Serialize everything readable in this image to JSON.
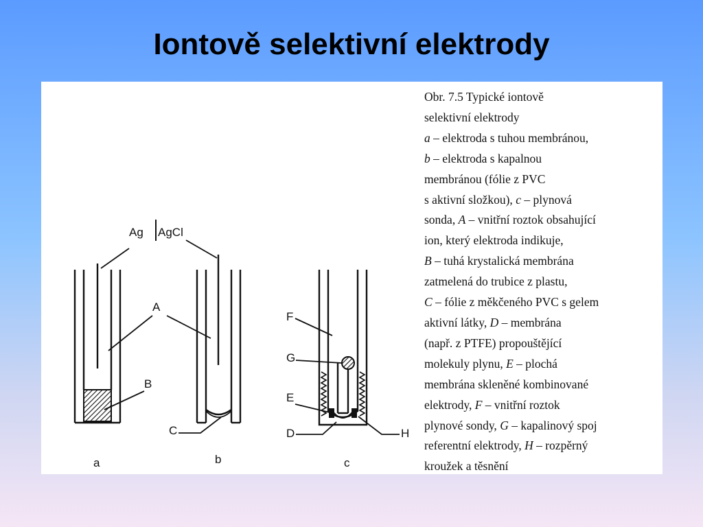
{
  "slide": {
    "title": "Iontově selektivní elektrody"
  },
  "diagram": {
    "labels": {
      "ag_agcl": "Ag | AgCl",
      "A": "A",
      "B": "B",
      "C": "C",
      "D": "D",
      "E": "E",
      "F": "F",
      "G": "G",
      "H": "H"
    },
    "sub_captions": [
      "a",
      "b",
      "c"
    ]
  },
  "caption": {
    "lines": [
      [
        {
          "t": "Obr. 7.5  Typické iontově",
          "i": false
        }
      ],
      [
        {
          "t": "selektivní elektrody",
          "i": false
        }
      ],
      [
        {
          "t": "a",
          "i": true
        },
        {
          "t": " – elektroda s tuhou membránou,",
          "i": false
        }
      ],
      [
        {
          "t": "b",
          "i": true
        },
        {
          "t": " – elektroda s kapalnou",
          "i": false
        }
      ],
      [
        {
          "t": "membránou (fólie z PVC",
          "i": false
        }
      ],
      [
        {
          "t": "s aktivní složkou), ",
          "i": false
        },
        {
          "t": "c",
          "i": true
        },
        {
          "t": " – plynová",
          "i": false
        }
      ],
      [
        {
          "t": "sonda, ",
          "i": false
        },
        {
          "t": "A",
          "i": true
        },
        {
          "t": " – vnitřní roztok obsahující",
          "i": false
        }
      ],
      [
        {
          "t": "ion, který elektroda indikuje,",
          "i": false
        }
      ],
      [
        {
          "t": "B",
          "i": true
        },
        {
          "t": " – tuhá krystalická membrána",
          "i": false
        }
      ],
      [
        {
          "t": "zatmelená do trubice z plastu,",
          "i": false
        }
      ],
      [
        {
          "t": "C",
          "i": true
        },
        {
          "t": " – fólie z měkčeného PVC s gelem",
          "i": false
        }
      ],
      [
        {
          "t": "aktivní látky, ",
          "i": false
        },
        {
          "t": "D",
          "i": true
        },
        {
          "t": " – membrána",
          "i": false
        }
      ],
      [
        {
          "t": "(např. z PTFE) propouštějící",
          "i": false
        }
      ],
      [
        {
          "t": "molekuly plynu, ",
          "i": false
        },
        {
          "t": "E",
          "i": true
        },
        {
          "t": " – plochá",
          "i": false
        }
      ],
      [
        {
          "t": "membrána skleněné kombinované",
          "i": false
        }
      ],
      [
        {
          "t": "elektrody, ",
          "i": false
        },
        {
          "t": "F",
          "i": true
        },
        {
          "t": " – vnitřní roztok",
          "i": false
        }
      ],
      [
        {
          "t": "plynové sondy, ",
          "i": false
        },
        {
          "t": "G",
          "i": true
        },
        {
          "t": " – kapalinový spoj",
          "i": false
        }
      ],
      [
        {
          "t": "referentní elektrody, ",
          "i": false
        },
        {
          "t": "H",
          "i": true
        },
        {
          "t": " – rozpěrný",
          "i": false
        }
      ],
      [
        {
          "t": "kroužek a těsnění",
          "i": false
        }
      ]
    ]
  }
}
